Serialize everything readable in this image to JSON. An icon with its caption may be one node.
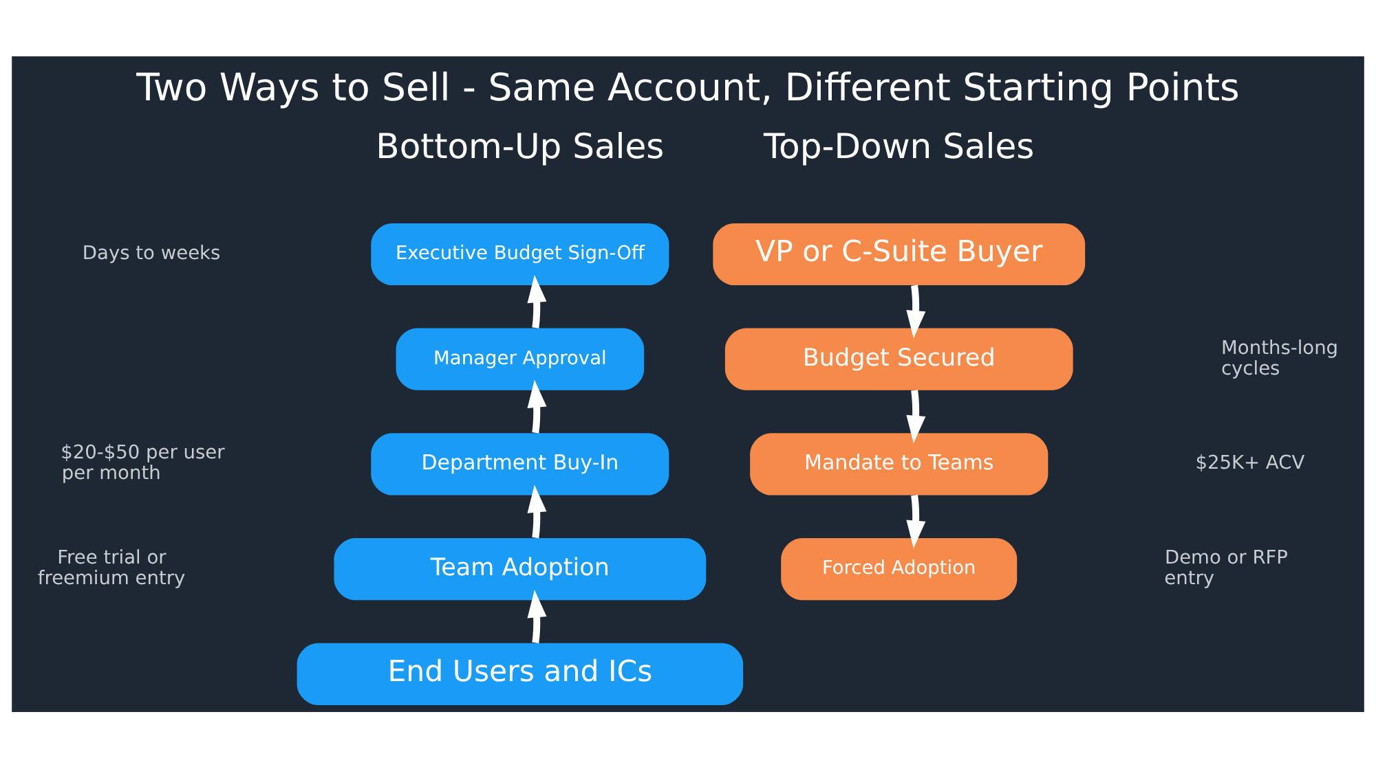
{
  "diagram": {
    "title": "Two Ways to Sell - Same Account, Different Starting Points",
    "nodes": [
      {
        "text": [
          "Executive Budget Sign-Off"
        ]
      },
      {
        "text": [
          "Manager Approval"
        ]
      },
      {
        "text": [
          "Department Buy-In"
        ]
      },
      {
        "text": [
          "Team Adoption"
        ]
      },
      {
        "text": [
          "End Users and ICs"
        ]
      },
      {
        "text": [
          "VP or C-Suite Buyer"
        ]
      },
      {
        "text": [
          "Budget Secured"
        ]
      },
      {
        "text": [
          "Mandate to Teams"
        ]
      },
      {
        "text": [
          "Forced Adoption"
        ]
      }
    ],
    "edges": [
      {
        "from": 4,
        "to": 3,
        "arrow": "to"
      },
      {
        "from": 3,
        "to": 2,
        "arrow": "to"
      },
      {
        "from": 2,
        "to": 1,
        "arrow": "to"
      },
      {
        "from": 1,
        "to": 0,
        "arrow": "to"
      },
      {
        "from": 5,
        "to": 6,
        "arrow": "to"
      },
      {
        "from": 6,
        "to": 7,
        "arrow": "to"
      },
      {
        "from": 7,
        "to": 8,
        "arrow": "to"
      }
    ],
    "labels": [
      "Bottom-Up Sales",
      "Top-Down Sales",
      "Days to weeks",
      "$20-$50 per user per month",
      "Free trial or freemium entry",
      "Months-long cycles",
      "$25K+ ACV",
      "Demo or RFP entry"
    ]
  }
}
